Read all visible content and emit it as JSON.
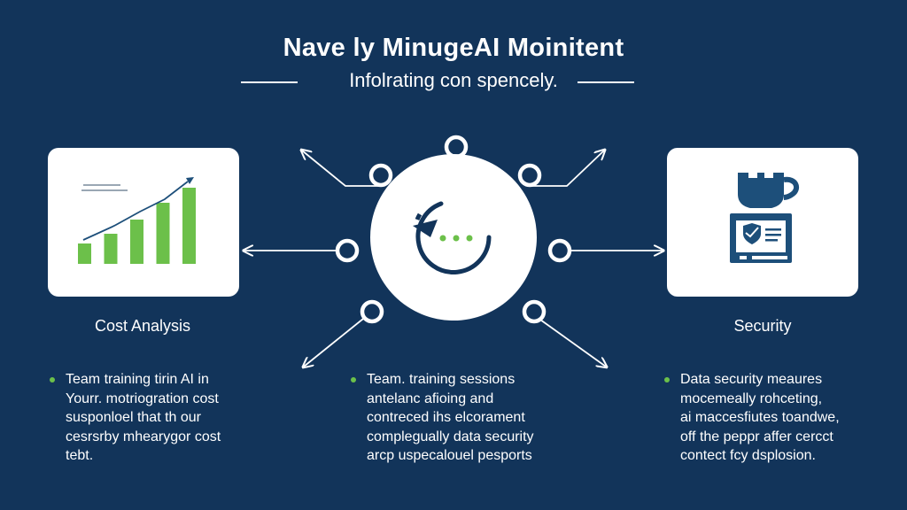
{
  "header": {
    "title": "Nave ly MinugeAI Moinitent",
    "subtitle": "Infolrating con spencely."
  },
  "left_card": {
    "label": "Cost Analysis",
    "icon": "growth-bar-chart-icon",
    "bar_levels": [
      0.25,
      0.38,
      0.56,
      0.77,
      0.96
    ],
    "accent_color": "#6cc04a"
  },
  "right_card": {
    "label": "Security",
    "icon": "security-server-icon",
    "icon_color": "#1d4f7a"
  },
  "center_hub": {
    "icon": "refresh-chat-icon",
    "dots_color": "#6cc04a"
  },
  "bullets": {
    "left": {
      "lines": [
        "Team training tirin AI in",
        "Yourr. motriogration cost",
        "susponloel that th our",
        "cesrsrby mhearygor cost",
        "tebt."
      ]
    },
    "middle": {
      "lines": [
        "Team. training sessions",
        "antelanc afioing and",
        "contreced ihs elcorament",
        "complegually data security",
        "arcp uspecalouel pesports"
      ]
    },
    "right": {
      "lines": [
        "Data security meaures",
        "mocemeally rohceting,",
        "ai maccesfiutes toandwe,",
        "off the peppr affer cercct",
        "contect fcy dsplosion."
      ]
    }
  },
  "colors": {
    "background": "#12345a",
    "card": "#ffffff",
    "accent_green": "#6cc04a",
    "icon_navy": "#1d4f7a"
  }
}
